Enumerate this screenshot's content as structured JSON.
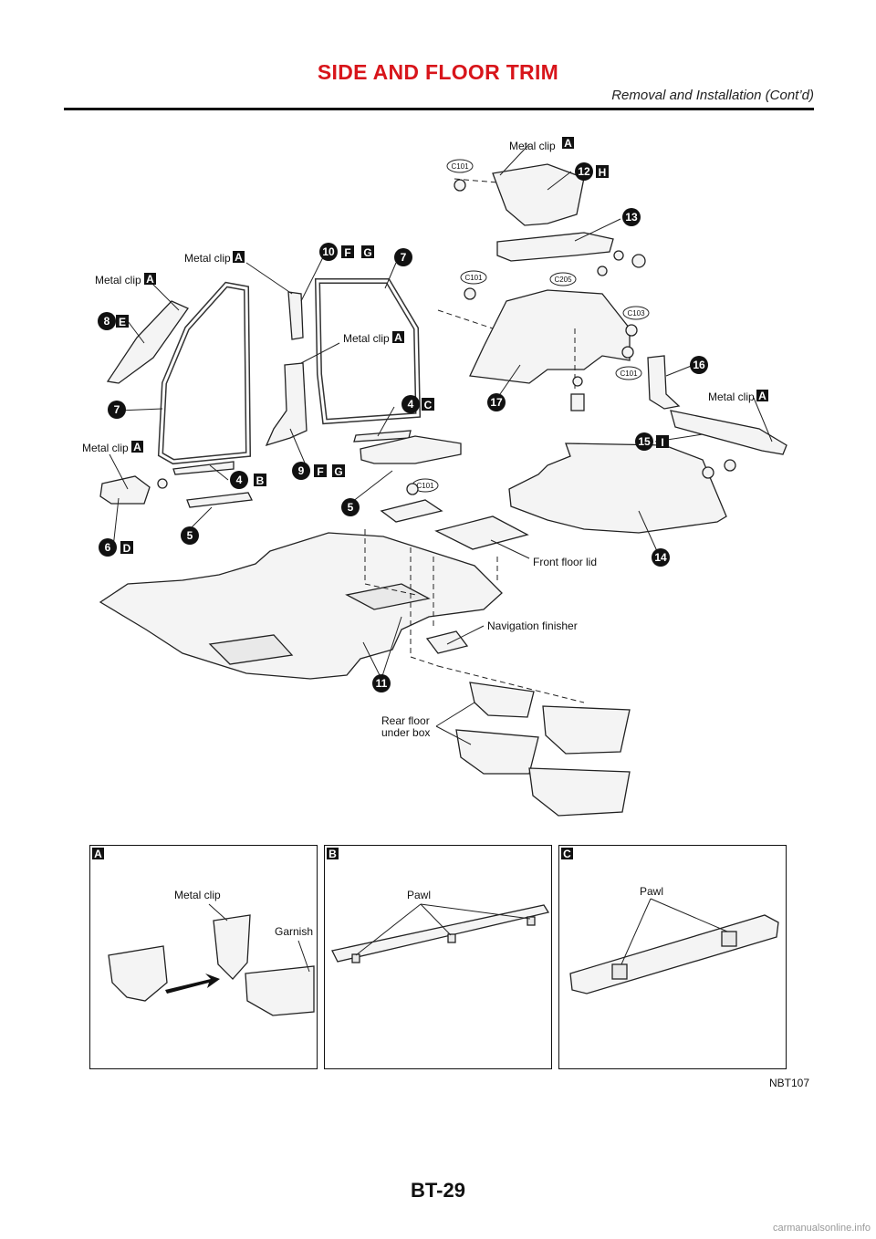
{
  "header": {
    "title": "SIDE AND FLOOR TRIM",
    "subtitle": "Removal and Installation (Cont’d)"
  },
  "labels": {
    "metal_clip": "Metal clip",
    "front_floor_lid": "Front floor lid",
    "navigation_finisher": "Navigation finisher",
    "rear_floor_under_box": "Rear floor\nunder box",
    "garnish": "Garnish",
    "pawl": "Pawl"
  },
  "clip_codes": [
    "C101",
    "C205",
    "C103"
  ],
  "callouts": [
    "4",
    "5",
    "6",
    "7",
    "8",
    "9",
    "10",
    "11",
    "12",
    "13",
    "14",
    "15",
    "16",
    "17"
  ],
  "tags": [
    "A",
    "B",
    "C",
    "D",
    "E",
    "F",
    "G",
    "H",
    "I"
  ],
  "figure_ref": "NBT107",
  "page_number": "BT-29",
  "watermark": "carmanualsonline.info"
}
